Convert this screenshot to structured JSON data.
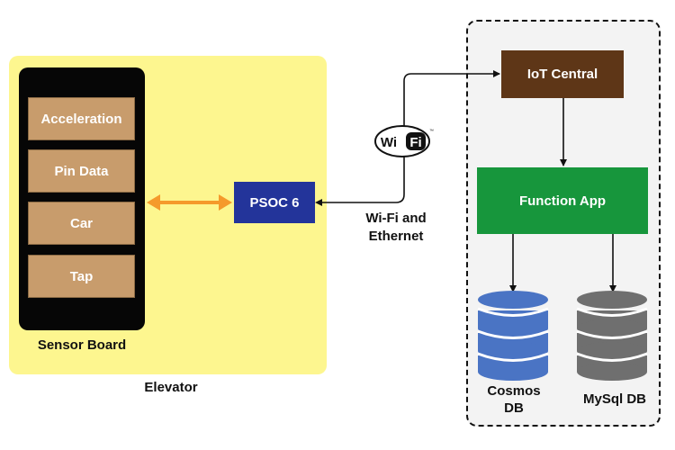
{
  "elevator": {
    "label": "Elevator"
  },
  "sensor_board": {
    "label": "Sensor Board",
    "items": [
      {
        "label": "Acceleration"
      },
      {
        "label": "Pin Data"
      },
      {
        "label": "Car"
      },
      {
        "label": "Tap"
      }
    ]
  },
  "psoc": {
    "label": "PSOC 6"
  },
  "connection": {
    "line1": "Wi-Fi and",
    "line2": "Ethernet"
  },
  "wifi_logo": {
    "text": "WiFi"
  },
  "cloud": {
    "iot_central": "IoT Central",
    "function_app": "Function App",
    "databases": [
      {
        "line1": "Cosmos",
        "line2": "DB",
        "color": "#4a74c4"
      },
      {
        "line1": "MySql DB",
        "line2": "",
        "color": "#6f6f6f"
      }
    ]
  },
  "colors": {
    "elevator_bg": "#fdf68f",
    "sensor_item": "#c89c6c",
    "psoc": "#23349a",
    "arrow_orange": "#f59a2b",
    "iot_central": "#5e3617",
    "function_app": "#17963c"
  }
}
